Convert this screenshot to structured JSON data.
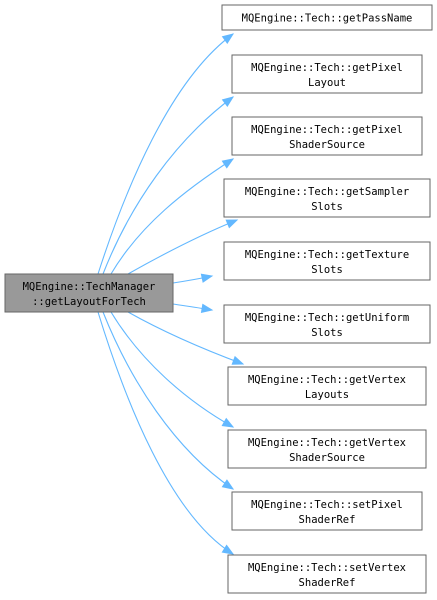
{
  "colors": {
    "edge": "#63b8ff",
    "root_fill": "#999999",
    "node_fill": "#ffffff",
    "node_border": "#666666"
  },
  "root": {
    "lines": [
      "MQEngine::TechManager",
      "::getLayoutForTech"
    ]
  },
  "callees": [
    {
      "lines": [
        "MQEngine::Tech::getPassName"
      ]
    },
    {
      "lines": [
        "MQEngine::Tech::getPixel",
        "Layout"
      ]
    },
    {
      "lines": [
        "MQEngine::Tech::getPixel",
        "ShaderSource"
      ]
    },
    {
      "lines": [
        "MQEngine::Tech::getSampler",
        "Slots"
      ]
    },
    {
      "lines": [
        "MQEngine::Tech::getTexture",
        "Slots"
      ]
    },
    {
      "lines": [
        "MQEngine::Tech::getUniform",
        "Slots"
      ]
    },
    {
      "lines": [
        "MQEngine::Tech::getVertex",
        "Layouts"
      ]
    },
    {
      "lines": [
        "MQEngine::Tech::getVertex",
        "ShaderSource"
      ]
    },
    {
      "lines": [
        "MQEngine::Tech::setPixel",
        "ShaderRef"
      ]
    },
    {
      "lines": [
        "MQEngine::Tech::setVertex",
        "ShaderRef"
      ]
    }
  ]
}
